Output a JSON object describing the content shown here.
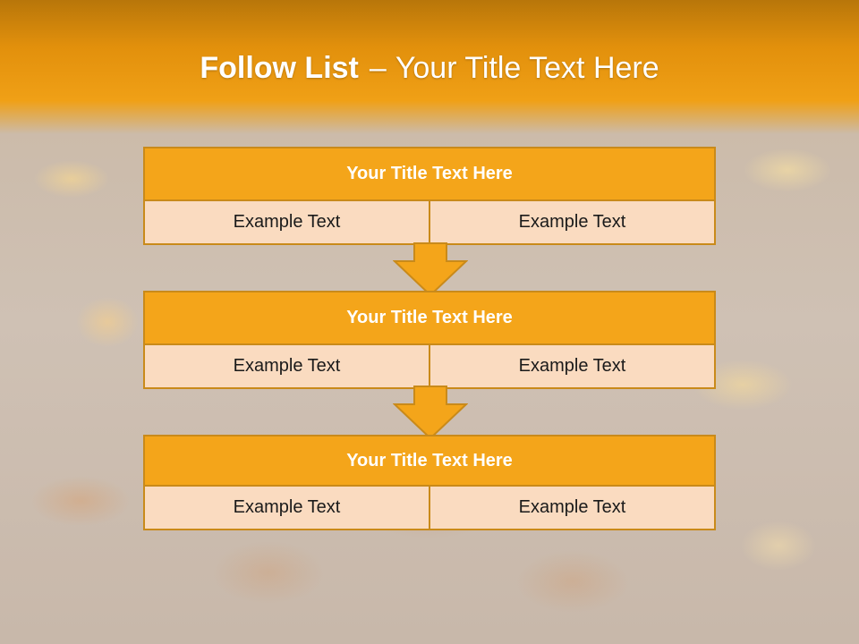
{
  "slide": {
    "title_bold": "Follow List",
    "title_separator": "–",
    "title_rest": "Your Title Text Here"
  },
  "colors": {
    "header": "#f0a016",
    "block_title": "#f4a51a",
    "block_body": "#fadbc0",
    "border": "#c98a1a"
  },
  "steps": [
    {
      "title": "Your Title Text Here",
      "left": "Example Text",
      "right": "Example Text"
    },
    {
      "title": "Your Title Text Here",
      "left": "Example Text",
      "right": "Example Text"
    },
    {
      "title": "Your Title Text Here",
      "left": "Example Text",
      "right": "Example Text"
    }
  ],
  "icons": {
    "connector": "down-arrow-icon"
  }
}
